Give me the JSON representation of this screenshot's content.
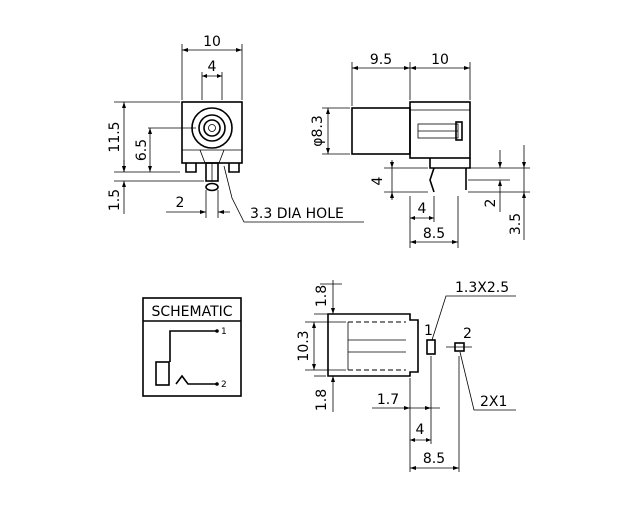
{
  "dimensions": {
    "front_width": "10",
    "front_inner": "4",
    "front_height": "11.5",
    "front_center": "6.5",
    "front_pin_length": "1.5",
    "front_pin_pitch": "2",
    "hole_callout": "3.3 DIA HOLE",
    "side_body_length": "9.5",
    "side_bracket_length": "10",
    "side_diameter": "φ8.3",
    "side_offset_4": "4",
    "side_pin_offset": "4",
    "side_total": "8.5",
    "side_pin_2": "2",
    "side_pin_35": "3.5",
    "bottom_top_18": "1.8",
    "bottom_height": "10.3",
    "bottom_bot_18": "1.8",
    "bottom_17": "1.7",
    "bottom_4": "4",
    "bottom_85": "8.5",
    "slot_size": "1.3X2.5",
    "pad_size": "2X1",
    "pin1": "1",
    "pin2": "2"
  },
  "schematic": {
    "title": "SCHEMATIC",
    "pin1": "1",
    "pin2": "2"
  }
}
